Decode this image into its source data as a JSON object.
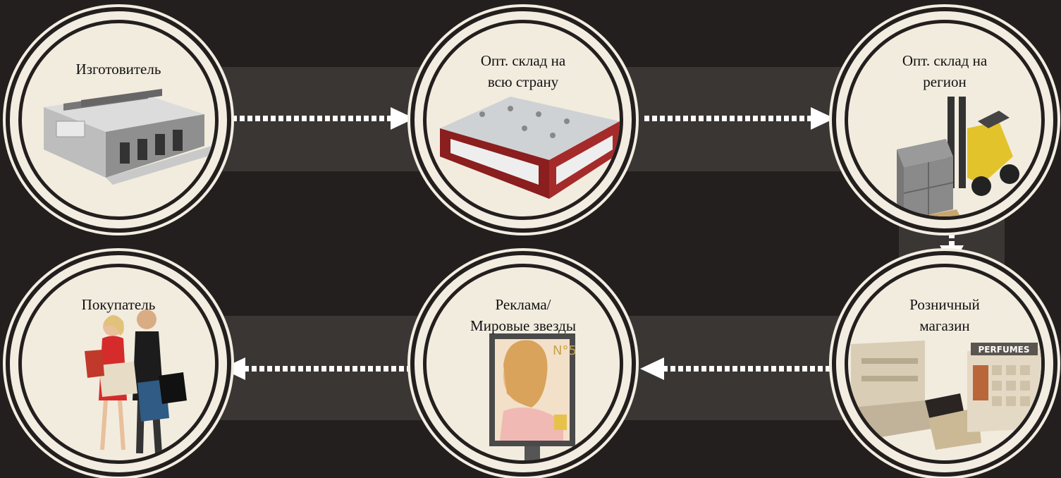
{
  "nodes": [
    {
      "id": "manufacturer",
      "label": "Изготовитель",
      "icon": "factory-icon"
    },
    {
      "id": "national-warehouse",
      "label": "Опт. склад на\nвсю страну",
      "icon": "warehouse-icon"
    },
    {
      "id": "regional-warehouse",
      "label": "Опт. склад на\nрегион",
      "icon": "forklift-icon"
    },
    {
      "id": "retail-store",
      "label": "Розничный\nмагазин",
      "icon": "perfume-display-icon",
      "sign": "PERFUMES"
    },
    {
      "id": "advertising",
      "label": "Реклама/\nМировые звезды",
      "icon": "billboard-icon",
      "billboard_text": "N°5"
    },
    {
      "id": "buyer",
      "label": "Покупатель",
      "icon": "shoppers-icon"
    }
  ],
  "colors": {
    "background": "#231f1e",
    "band": "#3a3634",
    "circle": "#f3ede1",
    "arrow": "#ffffff"
  }
}
